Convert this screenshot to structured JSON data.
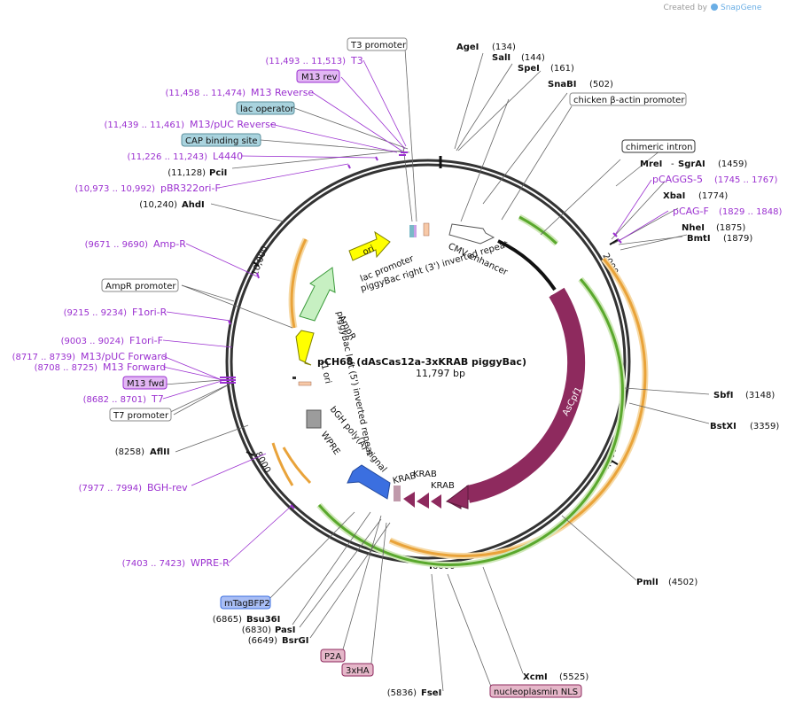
{
  "credit": "Created by",
  "brand": "SnapGene",
  "plasmid": {
    "name": "pCH68 (dAsCas12a-3xKRAB piggyBac)",
    "length": "11,797 bp"
  },
  "ticks": [
    "2000",
    "4000",
    "6000",
    "8000",
    "10,000"
  ],
  "sites_right": [
    {
      "name": "AgeI",
      "pos": "(134)"
    },
    {
      "name": "SalI",
      "pos": "(144)"
    },
    {
      "name": "SpeI",
      "pos": "(161)"
    },
    {
      "name": "SnaBI",
      "pos": "(502)"
    },
    {
      "name": "MreI",
      "sep": "-",
      "name2": "SgrAI",
      "pos": "(1459)"
    },
    {
      "name": "XbaI",
      "pos": "(1774)"
    },
    {
      "name": "NheI",
      "pos": "(1875)"
    },
    {
      "name": "BmtI",
      "pos": "(1879)"
    },
    {
      "name": "SbfI",
      "pos": "(3148)"
    },
    {
      "name": "BstXI",
      "pos": "(3359)"
    },
    {
      "name": "PmlI",
      "pos": "(4502)"
    },
    {
      "name": "XcmI",
      "pos": "(5525)"
    }
  ],
  "sites_left": [
    {
      "name": "PciI",
      "pos": "(11,128)"
    },
    {
      "name": "AhdI",
      "pos": "(10,240)"
    },
    {
      "name": "AflII",
      "pos": "(8258)"
    },
    {
      "name": "Bsu36I",
      "pos": "(6865)"
    },
    {
      "name": "PasI",
      "pos": "(6830)"
    },
    {
      "name": "BsrGI",
      "pos": "(6649)"
    },
    {
      "name": "FseI",
      "pos": "(5836)"
    }
  ],
  "primers": [
    {
      "pos": "(11,493 .. 11,513)",
      "name": "T3"
    },
    {
      "pos": "(11,458 .. 11,474)",
      "name": "M13 Reverse"
    },
    {
      "pos": "(11,439 .. 11,461)",
      "name": "M13/pUC Reverse"
    },
    {
      "pos": "(11,226 .. 11,243)",
      "name": "L4440"
    },
    {
      "pos": "(10,973 .. 10,992)",
      "name": "pBR322ori-F"
    },
    {
      "pos": "(9671 .. 9690)",
      "name": "Amp-R"
    },
    {
      "pos": "(9215 .. 9234)",
      "name": "F1ori-R"
    },
    {
      "pos": "(9003 .. 9024)",
      "name": "F1ori-F"
    },
    {
      "pos": "(8717 .. 8739)",
      "name": "M13/pUC Forward"
    },
    {
      "pos": "(8708 .. 8725)",
      "name": "M13 Forward"
    },
    {
      "pos": "(8682 .. 8701)",
      "name": "T7"
    },
    {
      "pos": "(7977 .. 7994)",
      "name": "BGH-rev"
    },
    {
      "pos": "(7403 .. 7423)",
      "name": "WPRE-R"
    },
    {
      "pos": "(1745 .. 1767)",
      "name": "pCAGGS-5"
    },
    {
      "pos": "(1829 .. 1848)",
      "name": "pCAG-F"
    }
  ],
  "boxed_labels": {
    "t3_promoter": "T3 promoter",
    "m13_rev": "M13 rev",
    "lac_operator": "lac operator",
    "cap_binding_site": "CAP binding site",
    "ampr_promoter": "AmpR promoter",
    "m13_fwd": "M13 fwd",
    "t7_promoter": "T7 promoter",
    "mtagbfp2": "mTagBFP2",
    "p2a": "P2A",
    "three_ha": "3xHA",
    "nucleoplasmin_nls": "nucleoplasmin NLS",
    "chicken_actin_promoter": "chicken β-actin promoter",
    "chimeric_intron": "chimeric intron"
  },
  "features": {
    "cmv_enhancer": "CMV enhancer",
    "piggybac_right": "piggyBac right (3') inverted repeat",
    "lac_promoter": "lac promoter",
    "ori": "ori",
    "ampr": "AmpR",
    "f1_ori": "f1 ori",
    "piggybac_left": "piggyBac left (5') inverted repeat",
    "bgh_polya": "bGH poly(A) signal",
    "wpre": "WPRE",
    "krab": "KRAB",
    "ascpf1": "AsCpf1"
  },
  "colors": {
    "ascpf1": "#8e2a5e",
    "ampr": "#c7f0c2",
    "ori": "#ffff00",
    "mtagbfp2": "#3b6fe0",
    "wpre": "#9c9c9c",
    "primer": "#9b30d0",
    "orange_arc": "#e9a33a",
    "green_arc": "#5aa82d"
  }
}
